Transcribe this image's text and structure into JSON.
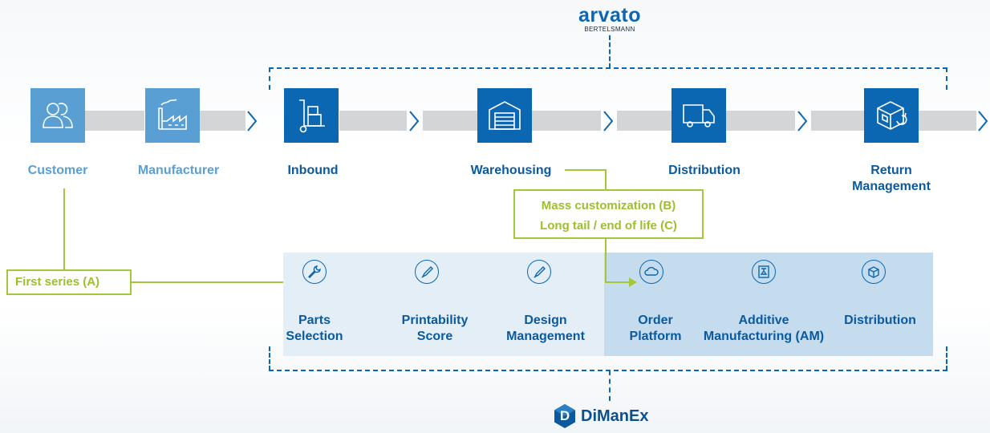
{
  "arvato": {
    "name": "arvato",
    "sub": "BERTELSMANN"
  },
  "dimanex": {
    "name": "DiManEx",
    "letter": "D"
  },
  "process": [
    {
      "label": "Customer",
      "icon": "customer-icon"
    },
    {
      "label": "Manufacturer",
      "icon": "factory-icon"
    },
    {
      "label": "Inbound",
      "icon": "hand-truck-icon"
    },
    {
      "label": "Warehousing",
      "icon": "warehouse-icon"
    },
    {
      "label": "Distribution",
      "icon": "truck-icon"
    },
    {
      "label_line1": "Return",
      "label_line2": "Management",
      "icon": "return-box-icon"
    }
  ],
  "services": [
    {
      "line1": "Parts",
      "line2": "Selection",
      "icon": "wrench-icon"
    },
    {
      "line1": "Printability",
      "line2": "Score",
      "icon": "scalpel-icon"
    },
    {
      "line1": "Design",
      "line2": "Management",
      "icon": "scalpel-icon"
    },
    {
      "line1": "Order",
      "line2": "Platform",
      "icon": "cloud-icon"
    },
    {
      "line1": "Additive",
      "line2": "Manufacturing (AM)",
      "icon": "3d-printer-icon"
    },
    {
      "line1": "Distribution",
      "line2": "",
      "icon": "package-icon"
    }
  ],
  "callouts": {
    "first_series": "First series (A)",
    "mass_customization": "Mass customization (B)",
    "long_tail": "Long tail / end of life (C)"
  },
  "colors": {
    "light_blue": "#5a9fd4",
    "dark_blue": "#0b67b1",
    "green": "#a4c739",
    "pipe_grey": "#d3d5d7"
  }
}
